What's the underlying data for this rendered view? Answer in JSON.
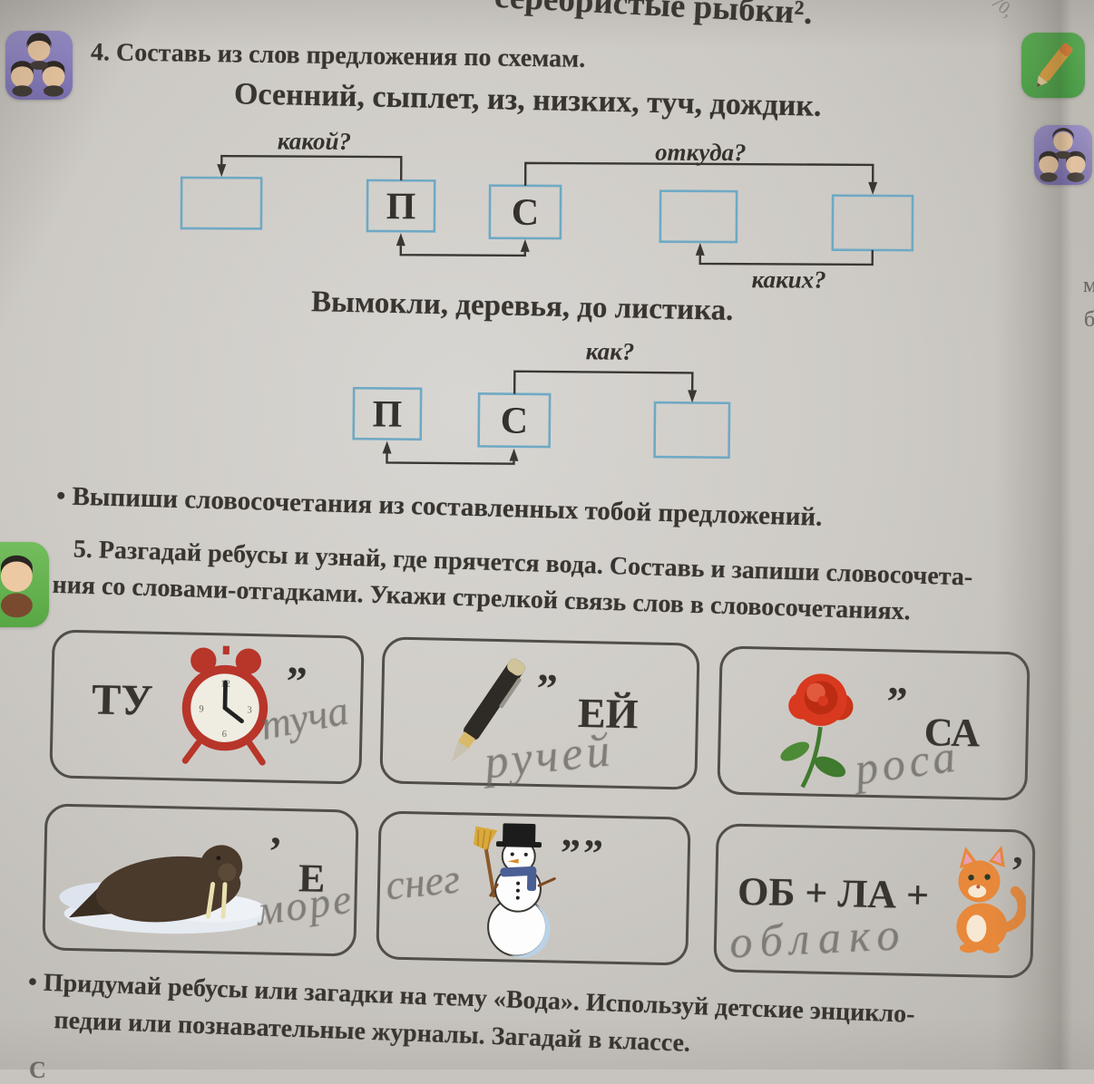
{
  "photo": {
    "top_partial_text": "серебристые  рыбки².",
    "corner_mark": "70,",
    "right_edge_fragments": [
      "м",
      "б"
    ],
    "bottom_left_fragment": "С"
  },
  "colors": {
    "page": "#cdcac5",
    "scheme_box_border": "#6fa9c4",
    "icon_purple": "#867cc0",
    "icon_green": "#4fae49",
    "ink": "#38342f",
    "pencil_handwriting": "#66635f"
  },
  "exercise4": {
    "number_and_title": "4. Составь из слов предложения по схемам.",
    "sentence1": "Осенний, сыплет, из, низких, туч, дождик.",
    "diagram1": {
      "label_kakoj": "какой?",
      "label_otkuda": "откуда?",
      "label_kakih": "каких?",
      "box_p": "П",
      "box_s": "С"
    },
    "sentence2": "Вымокли, деревья, до листика.",
    "diagram2": {
      "label_kak": "как?",
      "box_p": "П",
      "box_s": "С"
    },
    "bullet": "• Выпиши словосочетания из составленных тобой предложений."
  },
  "exercise5": {
    "line1": "5. Разгадай ребусы и узнай, где прячется вода. Составь и запиши словосочета-",
    "line2": "ния со словами-отгадками. Укажи стрелкой связь слов в словосочетаниях.",
    "rebuses": [
      {
        "prefix": "ТУ",
        "image": "alarm-clock",
        "marks": "”",
        "suffix": "",
        "answer": "туча"
      },
      {
        "prefix": "",
        "image": "pen",
        "marks": "”",
        "suffix": "ЕЙ",
        "answer": "ручей"
      },
      {
        "prefix": "",
        "image": "rose",
        "marks": "”",
        "suffix": "СА",
        "answer": "роса"
      },
      {
        "prefix": "",
        "image": "walrus",
        "marks": "’",
        "suffix": "Е",
        "answer": "море"
      },
      {
        "prefix": "",
        "image": "snowman",
        "marks": "””",
        "suffix": "",
        "answer": "снег"
      },
      {
        "prefix": "ОБ + ЛА +",
        "image": "kitten",
        "marks": "’",
        "suffix": "",
        "answer": "облако"
      }
    ],
    "bullet_line1": "• Придумай ребусы или загадки на тему «Вода». Используй детские энцикло-",
    "bullet_line2": "педии или познавательные журналы. Загадай в классе."
  },
  "margin_icons": [
    "group-work",
    "pencil-task",
    "group-work",
    "pupil-task"
  ]
}
